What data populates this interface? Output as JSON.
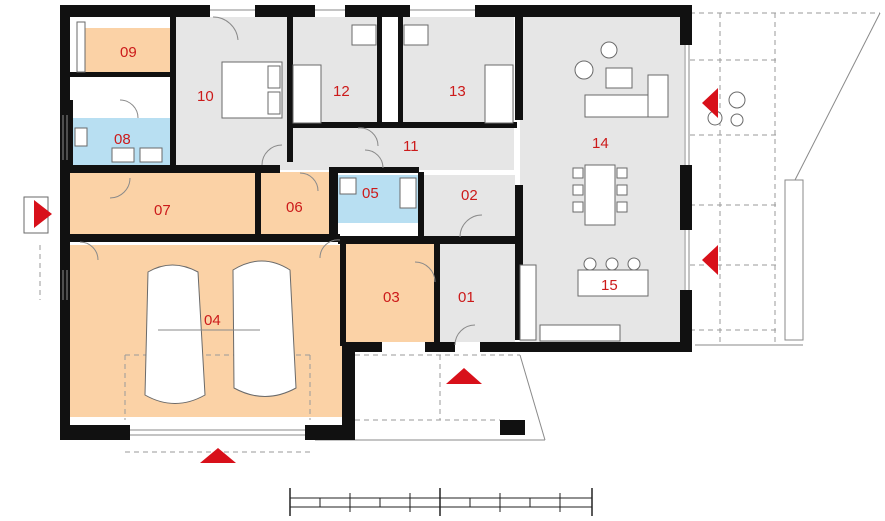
{
  "colors": {
    "orange": "#fbd2a6",
    "gray": "#e6e6e6",
    "blue": "#b8dff2",
    "label": "#cc1a1a",
    "entrance_marker": "#d8101a",
    "wall": "#111111"
  },
  "rooms": [
    {
      "id": "room-01",
      "label": "01",
      "fill": "gray"
    },
    {
      "id": "room-02",
      "label": "02",
      "fill": "gray"
    },
    {
      "id": "room-03",
      "label": "03",
      "fill": "orange"
    },
    {
      "id": "room-04",
      "label": "04",
      "fill": "orange"
    },
    {
      "id": "room-05",
      "label": "05",
      "fill": "blue"
    },
    {
      "id": "room-06",
      "label": "06",
      "fill": "orange"
    },
    {
      "id": "room-07",
      "label": "07",
      "fill": "orange"
    },
    {
      "id": "room-08",
      "label": "08",
      "fill": "blue"
    },
    {
      "id": "room-09",
      "label": "09",
      "fill": "orange"
    },
    {
      "id": "room-10",
      "label": "10",
      "fill": "gray"
    },
    {
      "id": "room-11",
      "label": "11",
      "fill": "gray"
    },
    {
      "id": "room-12",
      "label": "12",
      "fill": "gray"
    },
    {
      "id": "room-13",
      "label": "13",
      "fill": "gray"
    },
    {
      "id": "room-14",
      "label": "14",
      "fill": "gray"
    },
    {
      "id": "room-15",
      "label": "15",
      "fill": "gray"
    }
  ],
  "entrance_markers": [
    "west-entrance",
    "south-garage",
    "south-main",
    "east-terrace-upper",
    "east-terrace-lower"
  ],
  "scale_bar": {
    "segments": 10
  }
}
